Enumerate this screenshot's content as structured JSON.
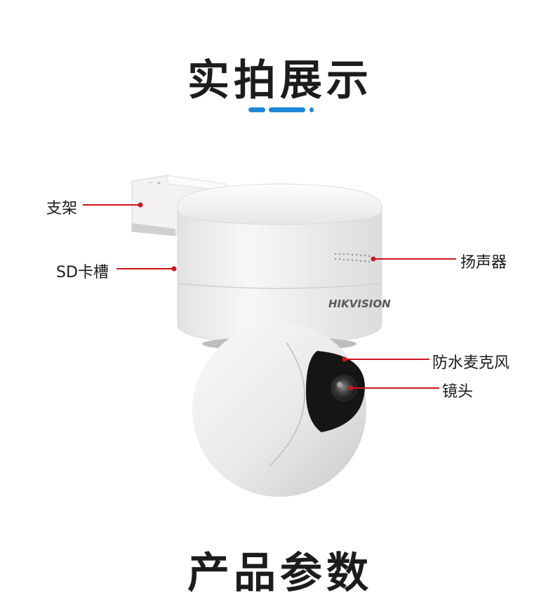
{
  "heading_top": "实拍展示",
  "heading_bottom": "产品参数",
  "brand_logo": "HIKVISION",
  "callouts": {
    "bracket": "支架",
    "sd_slot": "SD卡槽",
    "speaker": "扬声器",
    "microphone": "防水麦克风",
    "lens": "镜头"
  },
  "colors": {
    "accent": "#1e88d8",
    "callout": "#d0141c",
    "text": "#1a1a1a"
  }
}
